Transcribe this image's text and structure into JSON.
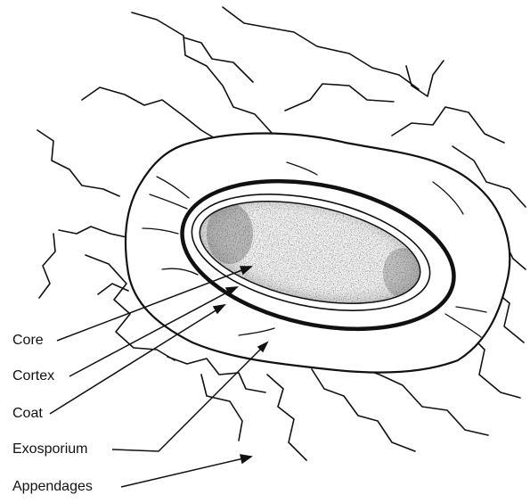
{
  "labels": {
    "core": "Core",
    "cortex": "Cortex",
    "coat": "Coat",
    "exosporium": "Exosporium",
    "appendages": "Appendages"
  },
  "colors": {
    "ink": "#111111",
    "background": "#ffffff"
  }
}
